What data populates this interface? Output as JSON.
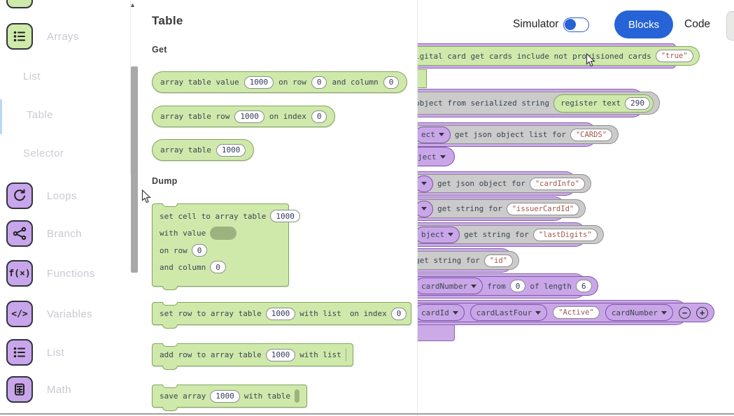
{
  "topbar": {
    "simulator_label": "Simulator",
    "blocks_label": "Blocks",
    "code_label": "Code",
    "accent_blue": "#2563d6"
  },
  "sidebar": {
    "items": [
      {
        "label": "Arrays",
        "icon": "list-icon"
      },
      {
        "label": "List"
      },
      {
        "label": "Table"
      },
      {
        "label": "Selector"
      },
      {
        "label": "Loops",
        "icon": "loop-icon"
      },
      {
        "label": "Branch",
        "icon": "branch-icon"
      },
      {
        "label": "Functions",
        "icon": "function-icon",
        "glyph": "f(×)"
      },
      {
        "label": "Variables",
        "icon": "code-icon",
        "glyph": "</>"
      },
      {
        "label": "List",
        "icon": "list-icon"
      },
      {
        "label": "Math",
        "icon": "calculator-icon"
      }
    ]
  },
  "flyout": {
    "title": "Table",
    "scroll_up_icon": "▲",
    "sections": {
      "get": "Get",
      "dump": "Dump"
    },
    "blocks": {
      "b1": {
        "t1": "array table value",
        "v1": "1000",
        "t2": "on row",
        "v2": "0",
        "t3": "and column",
        "v3": "0"
      },
      "b2": {
        "t1": "array table row",
        "v1": "1000",
        "t2": "on index",
        "v2": "0"
      },
      "b3": {
        "t1": "array table",
        "v1": "1000"
      },
      "b4": {
        "l1": "set cell to array table",
        "v1": "1000",
        "l2": "with value",
        "l3": "on row",
        "v3": "0",
        "l4": "and column",
        "v4": "0"
      },
      "b5": {
        "t1": "set row to array table",
        "v1": "1000",
        "t2": "with list",
        "t3": "on index",
        "v3": "0"
      },
      "b6": {
        "t1": "add row to array table",
        "v1": "1000",
        "t2": "with list"
      },
      "b7": {
        "t1": "save array",
        "v1": "1000",
        "t2": "with table"
      }
    },
    "colors": {
      "block_green": "#cfe9ab",
      "block_green_border": "#83a65c",
      "empty_slot": "#9db37f"
    }
  },
  "canvas": {
    "r1": {
      "text": "igital card get cards include not provisioned cards",
      "val": "\"true\""
    },
    "r3": {
      "text": "object from serialized string",
      "pill": "register text",
      "num": "290"
    },
    "r4": {
      "dd": "ect",
      "text": "get json object list for",
      "val": "\"CARDS\""
    },
    "r5": {
      "dd": "ject"
    },
    "r6": {
      "text": "get json object for",
      "val": "\"cardInfo\""
    },
    "r7": {
      "text": "get string for",
      "val": "\"issuerCardId\""
    },
    "r8": {
      "dd": "bject",
      "text": "get string for",
      "val": "\"lastDigits\""
    },
    "r9": {
      "text": "get string for",
      "val": "\"id\""
    },
    "r10": {
      "dd": "cardNumber",
      "t1": "from",
      "v1": "0",
      "t2": "of length",
      "v2": "6"
    },
    "r11": {
      "dd1": "cardId",
      "dd2": "cardLastFour",
      "val": "\"Active\"",
      "dd3": "cardNumber",
      "minus_icon": "−",
      "plus_icon": "+"
    },
    "colors": {
      "block_purple": "#cbaae7",
      "block_purple_border": "#8a63b3",
      "block_gray": "#cbcbcb",
      "string_text": "#a2574d"
    }
  }
}
